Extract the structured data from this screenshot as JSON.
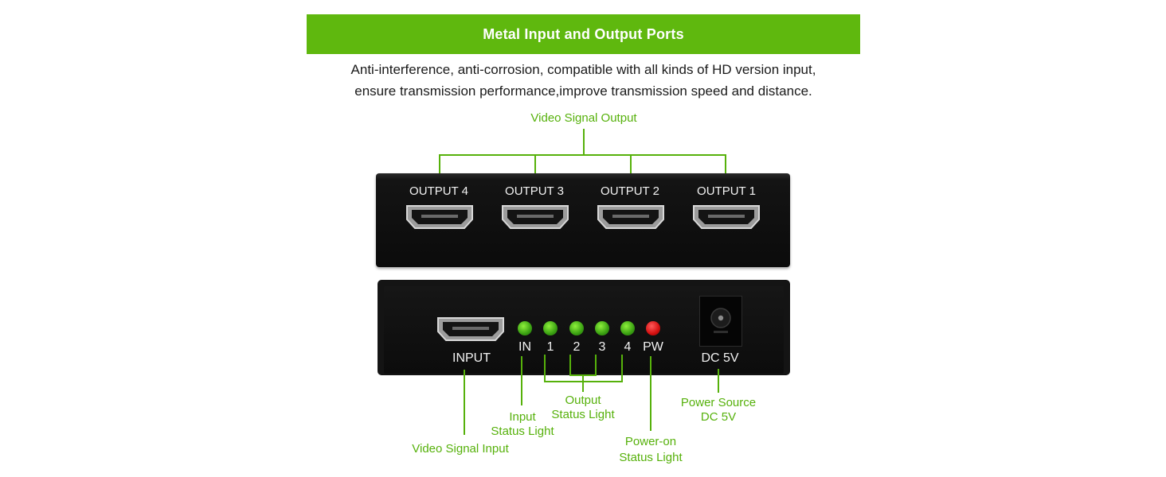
{
  "banner": {
    "title": "Metal Input and Output Ports"
  },
  "description": {
    "line1": "Anti-interference, anti-corrosion, compatible with all kinds of HD version input,",
    "line2": "ensure transmission performance,improve transmission speed and distance."
  },
  "top_panel": {
    "callout": "Video Signal Output",
    "ports": [
      {
        "label": "OUTPUT 4"
      },
      {
        "label": "OUTPUT 3"
      },
      {
        "label": "OUTPUT 2"
      },
      {
        "label": "OUTPUT 1"
      }
    ]
  },
  "bottom_panel": {
    "input_label": "INPUT",
    "leds": [
      {
        "label": "IN",
        "color": "#3aa012"
      },
      {
        "label": "1",
        "color": "#3aa012"
      },
      {
        "label": "2",
        "color": "#3aa012"
      },
      {
        "label": "3",
        "color": "#3aa012"
      },
      {
        "label": "4",
        "color": "#3aa012"
      },
      {
        "label": "PW",
        "color": "#d30f0f"
      }
    ],
    "dc_label": "DC 5V"
  },
  "callouts": {
    "video_input": "Video Signal Input",
    "input_status_1": "Input",
    "input_status_2": "Status Light",
    "output_status_1": "Output",
    "output_status_2": "Status Light",
    "power_on_1": "Power-on",
    "power_on_2": "Status Light",
    "power_source_1": "Power Source",
    "power_source_2": "DC 5V"
  },
  "colors": {
    "accent": "#5fb80e",
    "label_green": "#56b10b",
    "device": "#0d0d0d"
  }
}
